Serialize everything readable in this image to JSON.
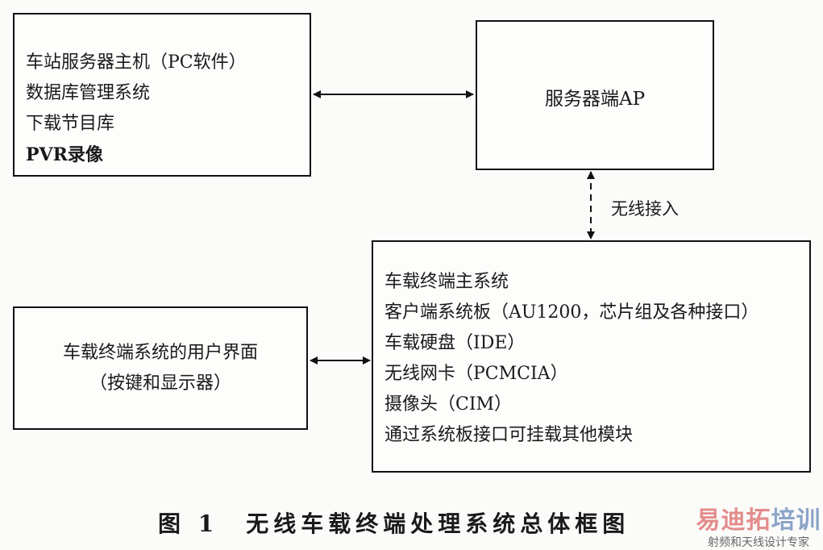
{
  "blocks": {
    "station_server": {
      "lines": [
        "车站服务器主机（PC软件）",
        "数据库管理系统",
        "下载节目库",
        "PVR录像"
      ]
    },
    "server_ap": {
      "label": "服务器端AP"
    },
    "vehicle_terminal": {
      "lines": [
        "车载终端主系统",
        "客户端系统板（AU1200，芯片组及各种接口）",
        "车载硬盘（IDE）",
        "无线网卡（PCMCIA）",
        "摄像头（CIM）",
        "通过系统板接口可挂载其他模块"
      ]
    },
    "user_interface": {
      "lines": [
        "车载终端系统的用户界面",
        "（按键和显示器）"
      ]
    }
  },
  "connections": {
    "wireless_label": "无线接入"
  },
  "caption": "图 1　无线车载终端处理系统总体框图",
  "watermark": {
    "title_red": "易迪拓",
    "title_blue": "培训",
    "subtitle": "射频和天线设计专家"
  }
}
